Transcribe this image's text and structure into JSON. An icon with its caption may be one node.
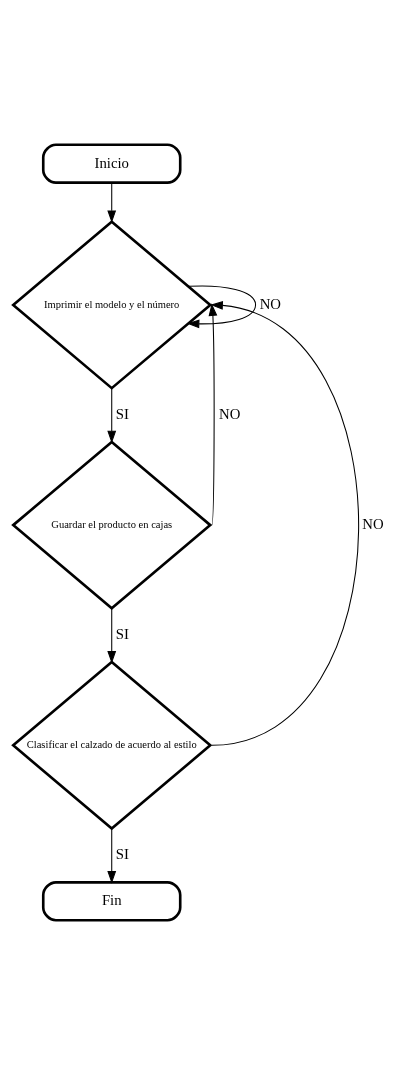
{
  "diagram": {
    "nodes": [
      {
        "text": [
          "Inicio"
        ]
      },
      {
        "text": [
          "Imprimir el modelo y el número"
        ]
      },
      {
        "text": [
          "Guardar el producto en cajas"
        ]
      },
      {
        "text": [
          "Clasificar el calzado de acuerdo al estilo"
        ]
      },
      {
        "text": [
          "Fin"
        ]
      }
    ],
    "edges": [
      {
        "from": 0,
        "to": 1,
        "arrow": "to"
      },
      {
        "from": 1,
        "to": 2,
        "arrow": "to",
        "label": "SI"
      },
      {
        "from": 2,
        "to": 3,
        "arrow": "to",
        "label": "SI"
      },
      {
        "from": 3,
        "to": 4,
        "arrow": "to",
        "label": "SI"
      },
      {
        "from": 1,
        "to": 1,
        "arrow": "to",
        "label": "NO"
      },
      {
        "from": 2,
        "to": 1,
        "arrow": "to",
        "label": "NO"
      },
      {
        "from": 3,
        "to": 1,
        "arrow": "to",
        "label": "NO"
      }
    ]
  }
}
